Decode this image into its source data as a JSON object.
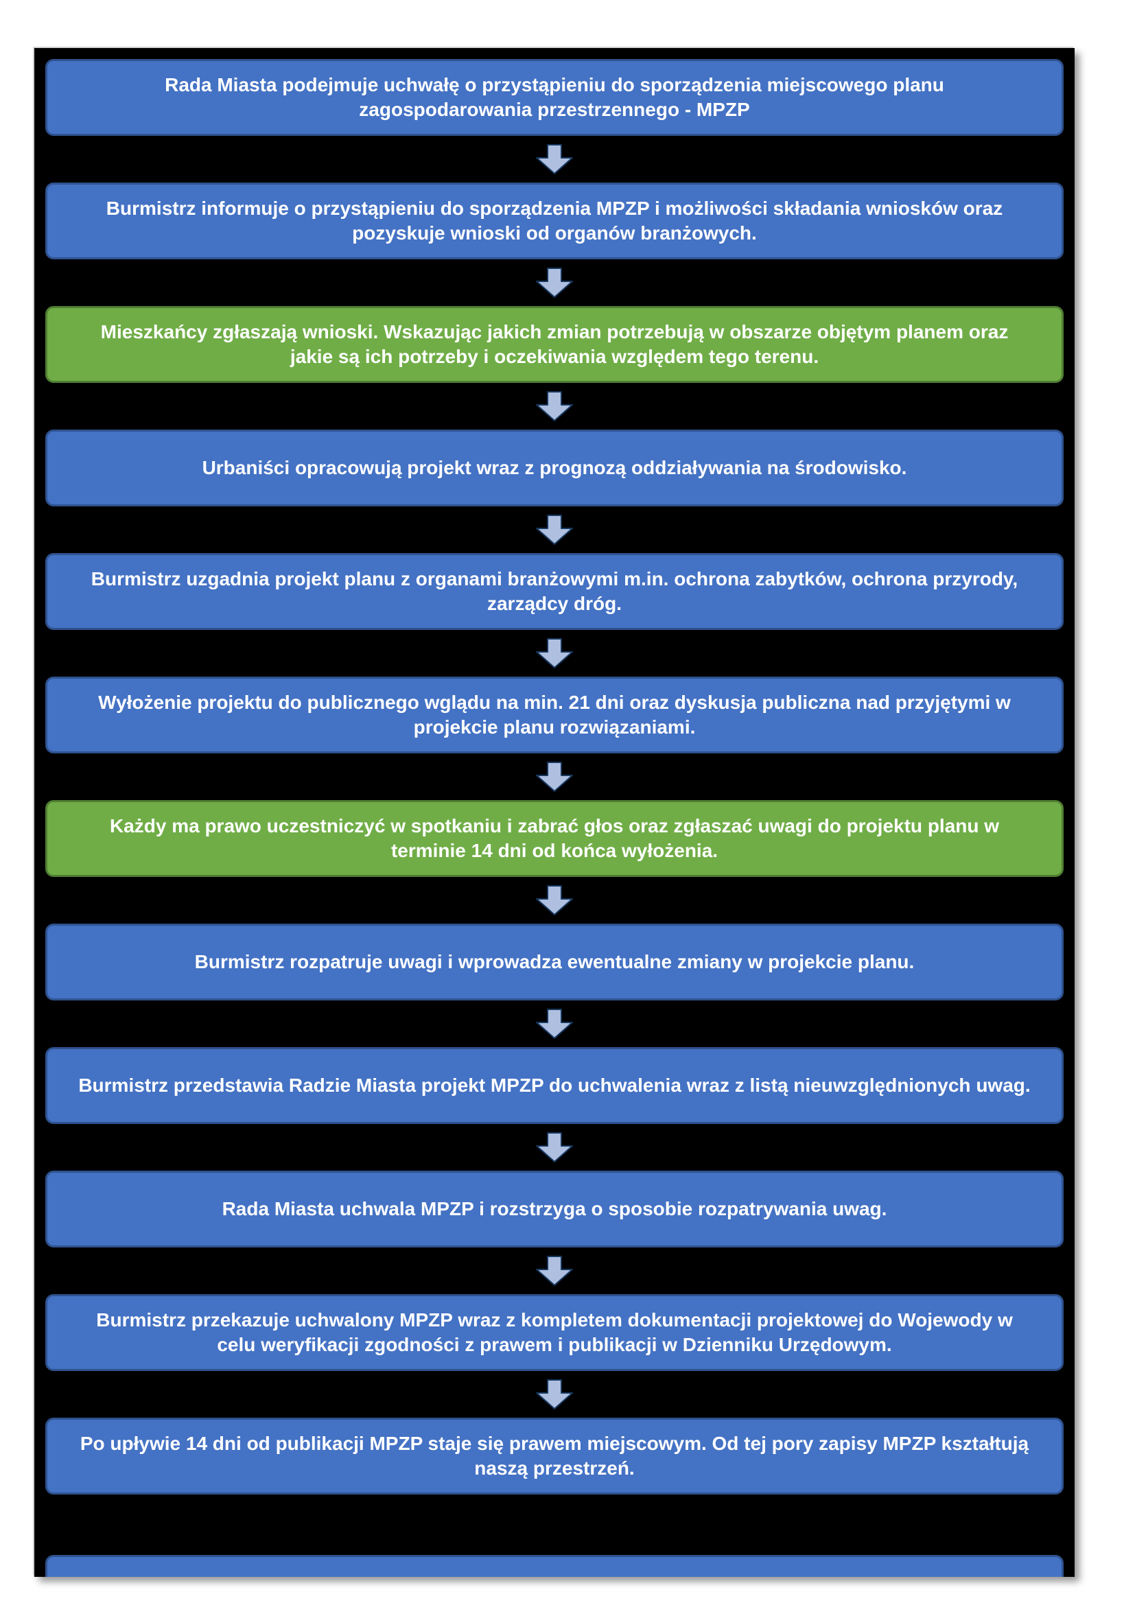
{
  "colors": {
    "page_background": "#ffffff",
    "canvas_background": "#000000",
    "step_blue_fill": "#4472c4",
    "step_blue_border": "#2f528f",
    "step_green_fill": "#70ad47",
    "step_green_border": "#507e32",
    "arrow_fill": "#aebfe0",
    "arrow_outline": "#17375e",
    "text_color": "#ffffff"
  },
  "steps": [
    {
      "color": "blue",
      "text": "Rada Miasta podejmuje uchwałę o przystąpieniu do sporządzenia  miejscowego planu zagospodarowania przestrzennego - MPZP"
    },
    {
      "color": "blue",
      "text": "Burmistrz informuje o przystąpieniu do sporządzenia MPZP i możliwości składania wniosków oraz pozyskuje wnioski od organów branżowych."
    },
    {
      "color": "green",
      "text": "Mieszkańcy zgłaszają wnioski. Wskazując  jakich zmian potrzebują w obszarze objętym planem oraz jakie są ich potrzeby i oczekiwania względem tego terenu."
    },
    {
      "color": "blue",
      "text": "Urbaniści opracowują projekt wraz z prognozą oddziaływania na środowisko."
    },
    {
      "color": "blue",
      "text": "Burmistrz uzgadnia projekt planu z organami branżowymi m.in. ochrona zabytków, ochrona przyrody, zarządcy dróg."
    },
    {
      "color": "blue",
      "text": "Wyłożenie projektu do publicznego wglądu na min. 21 dni oraz dyskusja publiczna nad przyjętymi w projekcie planu rozwiązaniami."
    },
    {
      "color": "green",
      "text": "Każdy ma prawo uczestniczyć w spotkaniu i zabrać głos oraz zgłaszać uwagi do projektu planu w terminie 14 dni od końca wyłożenia."
    },
    {
      "color": "blue",
      "text": "Burmistrz rozpatruje uwagi i wprowadza ewentualne zmiany w projekcie planu."
    },
    {
      "color": "blue",
      "text": "Burmistrz przedstawia Radzie Miasta projekt MPZP do uchwalenia wraz z listą nieuwzględnionych uwag."
    },
    {
      "color": "blue",
      "text": "Rada Miasta uchwala MPZP i rozstrzyga o sposobie rozpatrywania uwag."
    },
    {
      "color": "blue",
      "text": "Burmistrz przekazuje uchwalony MPZP wraz z kompletem dokumentacji projektowej do Wojewody w celu weryfikacji zgodności z prawem i publikacji w Dzienniku Urzędowym."
    },
    {
      "color": "blue",
      "text": "Po upływie 14 dni od publikacji MPZP staje się prawem miejscowym. Od tej pory zapisy MPZP kształtują naszą przestrzeń."
    }
  ]
}
